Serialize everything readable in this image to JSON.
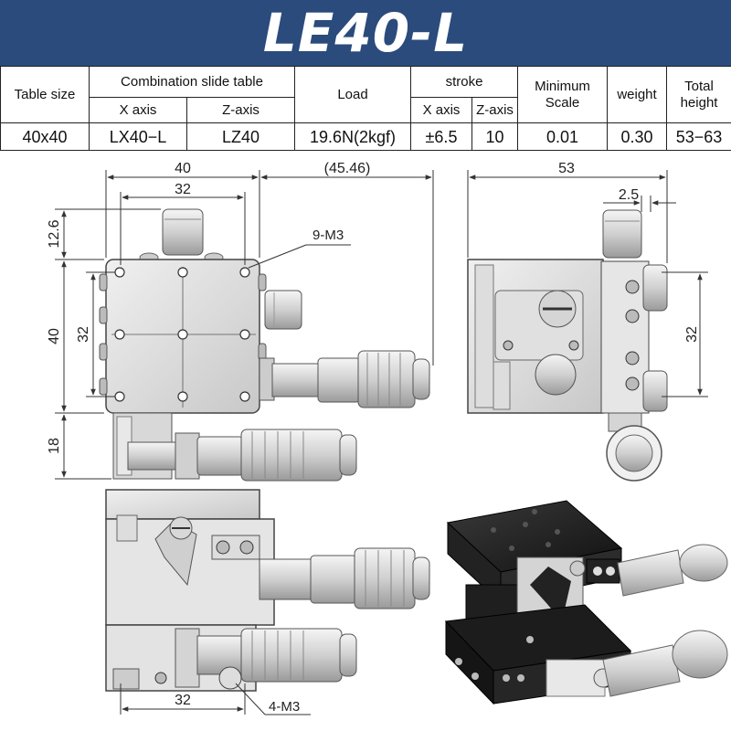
{
  "title": "LE40-L",
  "table": {
    "h_table_size": "Table size",
    "h_combination": "Combination slide table",
    "h_x_axis": "X axis",
    "h_z_axis": "Z-axis",
    "h_load": "Load",
    "h_stroke": "stroke",
    "h_stroke_x": "X axis",
    "h_stroke_z": "Z-axis",
    "h_min_scale": "Minimum Scale",
    "h_weight": "weight",
    "h_total_height": "Total height",
    "v_table_size": "40x40",
    "v_x_axis": "LX40−L",
    "v_z_axis": "LZ40",
    "v_load": "19.6N(2kgf)",
    "v_stroke_x": "±6.5",
    "v_stroke_z": "10",
    "v_min_scale": "0.01",
    "v_weight": "0.30",
    "v_total_height": "53−63"
  },
  "dims": {
    "d40_top": "40",
    "d32_top": "32",
    "d45": "(45.46)",
    "d12_6": "12.6",
    "d40_left": "40",
    "d32_left": "32",
    "d18": "18",
    "m3_9": "9-M3",
    "d53": "53",
    "d2_5": "2.5",
    "d32_right": "32",
    "d32_bottom": "32",
    "m3_4": "4-M3"
  },
  "colors": {
    "header": "#2a4b7c",
    "metal_light": "#e9e9e9",
    "metal_mid": "#cfcfcf",
    "metal_dark": "#9a9a9a",
    "anodized_black": "#1c1c1c"
  }
}
